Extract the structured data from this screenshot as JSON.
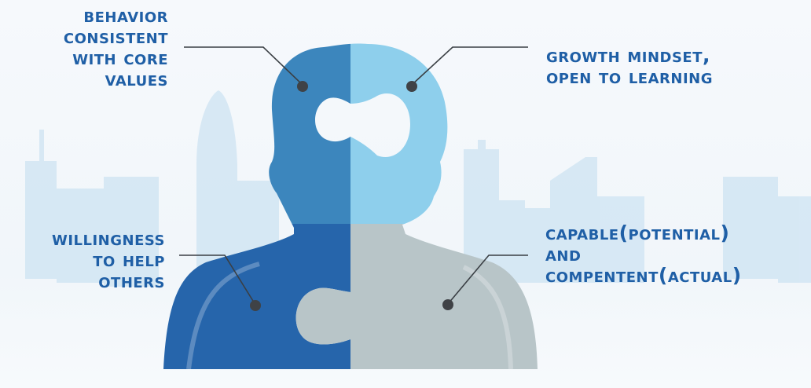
{
  "colors": {
    "text": "#1f5fa6",
    "piece_top_left": "#3c86bd",
    "piece_top_right": "#8ecfec",
    "piece_bottom_left": "#2665ab",
    "piece_bottom_right": "#b8c5c8",
    "skyline": "#d4e7f4",
    "leader_line": "#3a3f44",
    "dot": "#3f4246"
  },
  "labels": {
    "core_values": [
      "Behavior",
      "consistent",
      "with Core",
      "Values"
    ],
    "growth": [
      "Growth mindset,",
      "open to learning"
    ],
    "help": [
      "Willingness",
      "to help",
      "others"
    ],
    "capable": [
      "Capable(potential)",
      "and",
      "Compentent(actual)"
    ]
  }
}
